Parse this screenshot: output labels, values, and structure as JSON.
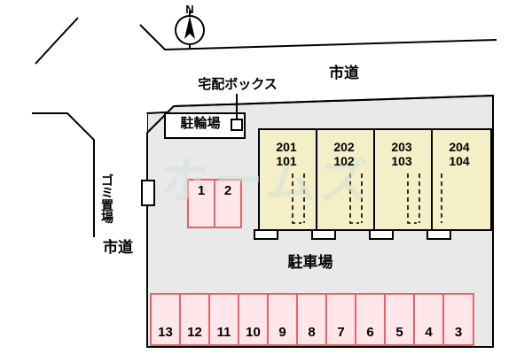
{
  "diagram": {
    "title": "apartment-site-plan",
    "colors": {
      "site_fill": "#e9e9e9",
      "unit_fill": "#f5efc8",
      "stall_fill": "#ffe6e8",
      "stall_stroke": "#e8606a",
      "outline": "#000000",
      "road_line": "#000000",
      "watermark": "#d2e1d7"
    },
    "compass": {
      "label": "N"
    },
    "labels": {
      "delivery_box": "宅配ボックス",
      "bicycle_parking": "駐輪場",
      "trash_area": "ゴ\nミ\n置\n場",
      "road_top": "市道",
      "road_left": "市道",
      "parking_area": "駐車場",
      "watermark": "ホームズ"
    },
    "building": {
      "units": [
        {
          "upper": "201",
          "lower": "101"
        },
        {
          "upper": "202",
          "lower": "102"
        },
        {
          "upper": "203",
          "lower": "103"
        },
        {
          "upper": "204",
          "lower": "104"
        }
      ]
    },
    "parking_stalls": {
      "upper_left_block": [
        "1",
        "2"
      ],
      "bottom_row": [
        "13",
        "12",
        "11",
        "10",
        "9",
        "8",
        "7",
        "6",
        "5",
        "4",
        "3"
      ]
    }
  }
}
